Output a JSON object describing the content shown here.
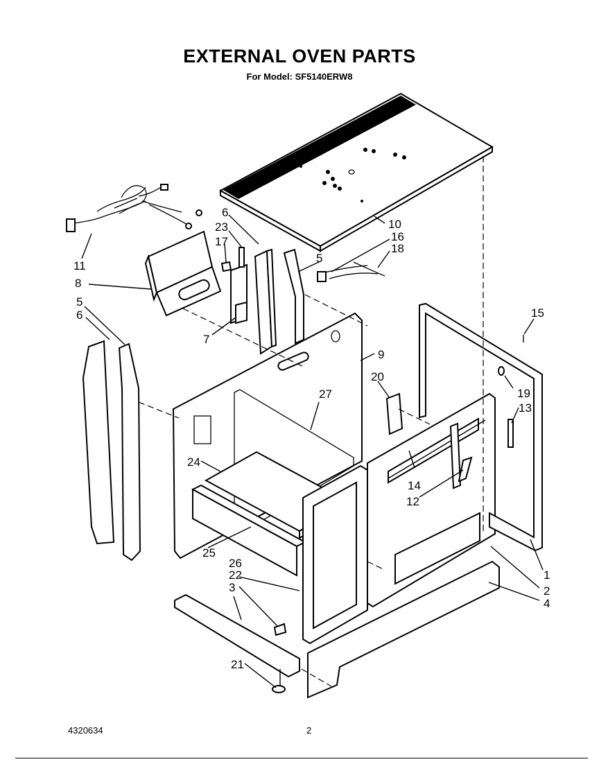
{
  "title": "EXTERNAL OVEN PARTS",
  "subtitle": "For Model: SF5140ERW8",
  "footer": {
    "doc_number": "4320634",
    "page": "2"
  },
  "callouts": {
    "c1": "1",
    "c2": "2",
    "c3": "3",
    "c4": "4",
    "c5a": "5",
    "c5b": "5",
    "c6a": "6",
    "c6b": "6",
    "c7": "7",
    "c8": "8",
    "c9": "9",
    "c10": "10",
    "c11": "11",
    "c12": "12",
    "c13": "13",
    "c14": "14",
    "c15": "15",
    "c16": "16",
    "c17": "17",
    "c18": "18",
    "c19": "19",
    "c20": "20",
    "c21": "21",
    "c22": "22",
    "c23": "23",
    "c24": "24",
    "c25": "25",
    "c26": "26",
    "c27": "27"
  }
}
